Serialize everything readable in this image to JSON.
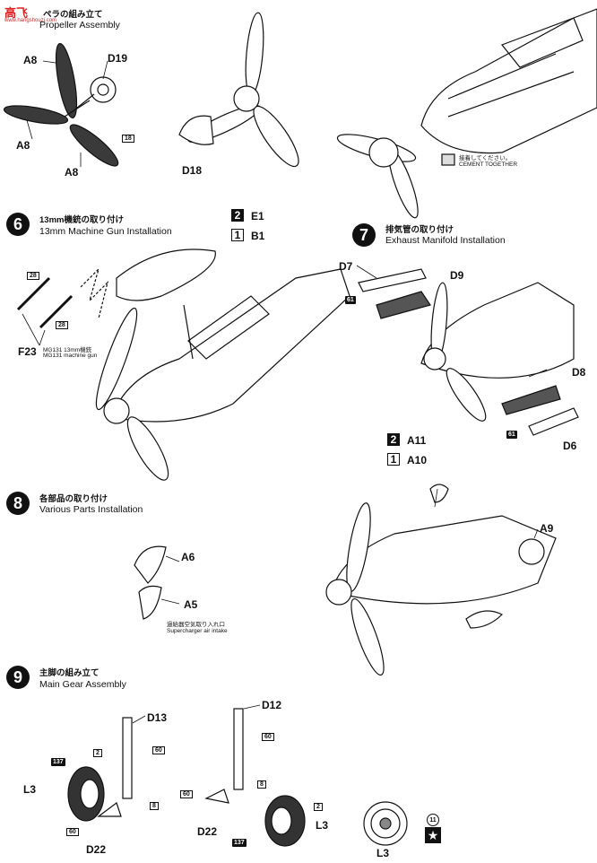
{
  "watermark": {
    "logo": "高飞",
    "site": "www.hangshouzi.com"
  },
  "step5": {
    "title_jp": "ペラの組み立て",
    "title_en": "Propeller Assembly"
  },
  "step6": {
    "num": "6",
    "title_jp": "13mm機銃の取り付け",
    "title_en": "13mm Machine Gun Installation",
    "note_jp": "MG131 13mm機銃",
    "note_en": "MG131 machine gun",
    "opt2": "2",
    "opt1": "1",
    "opt2_part": "E1",
    "opt1_part": "B1"
  },
  "step7": {
    "num": "7",
    "title_jp": "排気管の取り付け",
    "title_en": "Exhaust Manifold Installation",
    "opt2": "2",
    "opt1": "1",
    "opt2_part": "A11",
    "opt1_part": "A10"
  },
  "step8": {
    "num": "8",
    "title_jp": "各部品の取り付け",
    "title_en": "Various Parts Installation",
    "note_jp": "過給器空気取り入れ口",
    "note_en": "Supercharger air intake"
  },
  "step9": {
    "num": "9",
    "title_jp": "主脚の組み立て",
    "title_en": "Main Gear Assembly"
  },
  "cement": {
    "jp": "接着してください。",
    "en": "CEMENT TOGETHER"
  },
  "parts": {
    "a8": "A8",
    "d19": "D19",
    "d18": "D18",
    "f23": "F23",
    "d7": "D7",
    "d9": "D9",
    "d8": "D8",
    "d6": "D6",
    "a9": "A9",
    "a6": "A6",
    "a5": "A5",
    "d13": "D13",
    "d12": "D12",
    "l3": "L3",
    "d22": "D22"
  },
  "tags": {
    "t18": "18",
    "t28": "28",
    "t61": "61",
    "t137": "137",
    "t2": "2",
    "t60": "60",
    "t8": "8",
    "t11": "11"
  }
}
